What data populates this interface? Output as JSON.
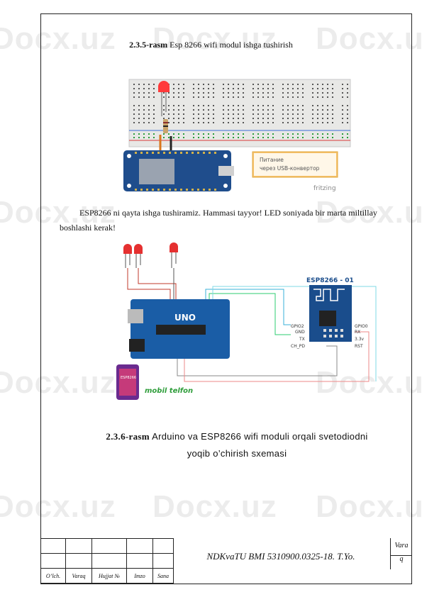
{
  "watermark": "Docx.uz",
  "figure1": {
    "number": "2.3.5-rasm",
    "title": "Esp 8266 wifi modul ishga tushirish",
    "note_line1": "Питание",
    "note_line2": "через USB-конвертор",
    "brand": "fritzing"
  },
  "paragraph": "ESP8266 ni qayta ishga tushiramiz. Hammasi tayyor! LED soniyada bir marta miltillay boshlashi kerak!",
  "figure2": {
    "number": "2.3.6-rasm",
    "title_line1": "Arduino va ESP8266 wifi moduli orqali svetodiodni",
    "title_line2": "yoqib o’chirish sxemasi",
    "board_label": "UNO",
    "module_label": "ESP8266 - 01",
    "pins_left": [
      "GPIO2",
      "GND",
      "TX",
      "CH_PD"
    ],
    "pins_right": [
      "GPIO0",
      "RX",
      "3.3v",
      "RST"
    ],
    "phone_label": "mobil telfon",
    "phone_app": "ESP8266"
  },
  "stamp": {
    "doc_code": "NDKvaTU BMI 5310900.0325-18. T.Yo.",
    "vara_label": "Vara",
    "vara_num": "q",
    "col_labels": [
      "O’lch.",
      "Varaq",
      "Hujjat  №",
      "Imzo",
      "Sana"
    ]
  }
}
